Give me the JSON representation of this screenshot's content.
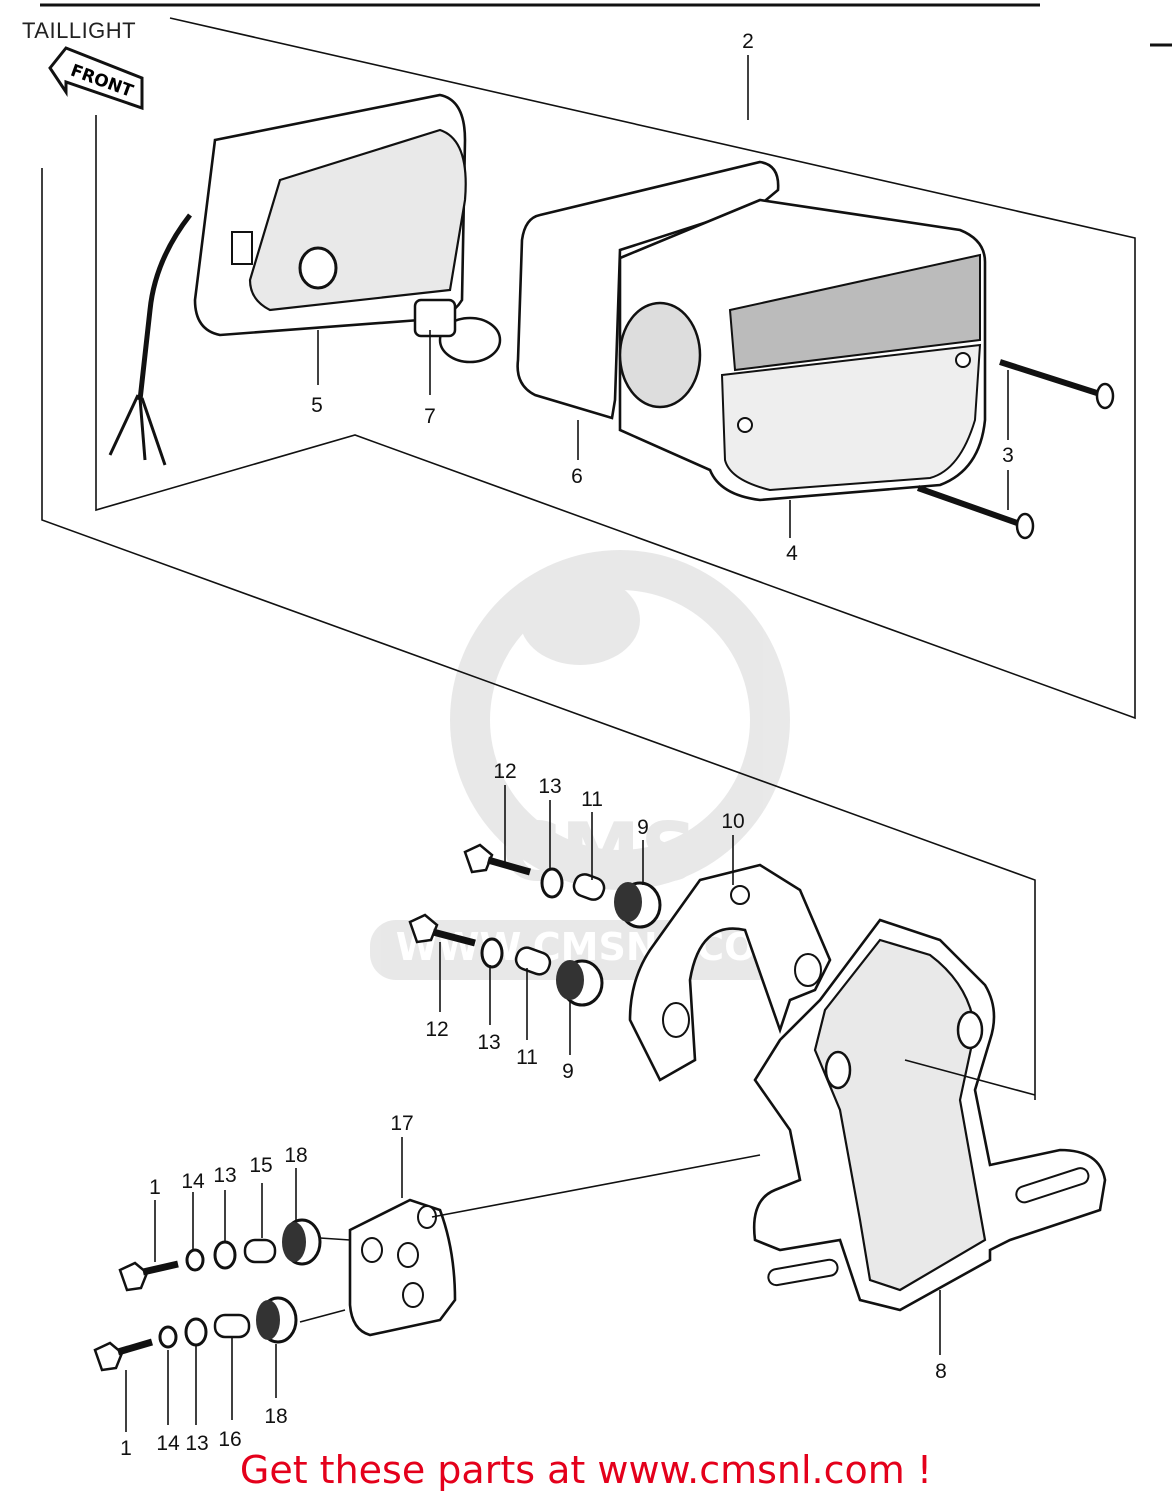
{
  "header": {
    "title": "TAILLIGHT"
  },
  "front_arrow": {
    "label": "FRONT"
  },
  "watermark": {
    "text": "WWW.CMSNL.COM",
    "logo_text": "CMS"
  },
  "callouts": [
    {
      "id": "c2",
      "label": "2"
    },
    {
      "id": "c5",
      "label": "5"
    },
    {
      "id": "c7",
      "label": "7"
    },
    {
      "id": "c6",
      "label": "6"
    },
    {
      "id": "c3a",
      "label": "3"
    },
    {
      "id": "c4",
      "label": "4"
    },
    {
      "id": "c12a",
      "label": "12"
    },
    {
      "id": "c13a",
      "label": "13"
    },
    {
      "id": "c11a",
      "label": "11"
    },
    {
      "id": "c9a",
      "label": "9"
    },
    {
      "id": "c10",
      "label": "10"
    },
    {
      "id": "c12b",
      "label": "12"
    },
    {
      "id": "c13b",
      "label": "13"
    },
    {
      "id": "c11b",
      "label": "11"
    },
    {
      "id": "c9b",
      "label": "9"
    },
    {
      "id": "c17",
      "label": "17"
    },
    {
      "id": "c1a",
      "label": "1"
    },
    {
      "id": "c14a",
      "label": "14"
    },
    {
      "id": "c13c",
      "label": "13"
    },
    {
      "id": "c15",
      "label": "15"
    },
    {
      "id": "c18a",
      "label": "18"
    },
    {
      "id": "c8",
      "label": "8"
    },
    {
      "id": "c1b",
      "label": "1"
    },
    {
      "id": "c14b",
      "label": "14"
    },
    {
      "id": "c13d",
      "label": "13"
    },
    {
      "id": "c16",
      "label": "16"
    },
    {
      "id": "c18b",
      "label": "18"
    }
  ],
  "footer": {
    "promo_text": "Get these parts at www.cmsnl.com !",
    "promo_color": "#e4001b"
  }
}
